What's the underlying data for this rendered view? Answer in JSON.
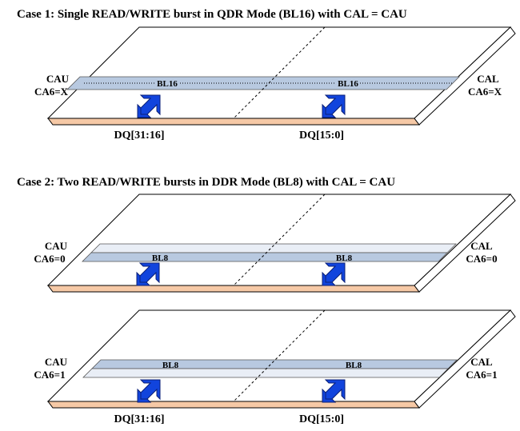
{
  "case1": {
    "title": "Case 1: Single READ/WRITE burst in QDR Mode (BL16) with CAL = CAU",
    "left_label": [
      "CAU",
      "CA6=X"
    ],
    "right_label": [
      "CAL",
      "CA6=X"
    ],
    "band_labels": [
      "BL16",
      "BL16"
    ],
    "dq_labels": [
      "DQ[31:16]",
      "DQ[15:0]"
    ]
  },
  "case2": {
    "title": "Case 2: Two READ/WRITE bursts in DDR Mode (BL8) with CAL = CAU",
    "plane_a": {
      "left_label": [
        "CAU",
        "CA6=0"
      ],
      "right_label": [
        "CAL",
        "CA6=0"
      ],
      "band_labels": [
        "BL8",
        "BL8"
      ]
    },
    "plane_b": {
      "left_label": [
        "CAU",
        "CA6=1"
      ],
      "right_label": [
        "CAL",
        "CA6=1"
      ],
      "band_labels": [
        "BL8",
        "BL8"
      ]
    },
    "dq_labels": [
      "DQ[31:16]",
      "DQ[15:0]"
    ]
  },
  "colors": {
    "active_band": "#b8c9e0",
    "inactive_band": "#e9eef6",
    "plane_edge": "#f6c9a6",
    "arrow": "#1144dd"
  }
}
